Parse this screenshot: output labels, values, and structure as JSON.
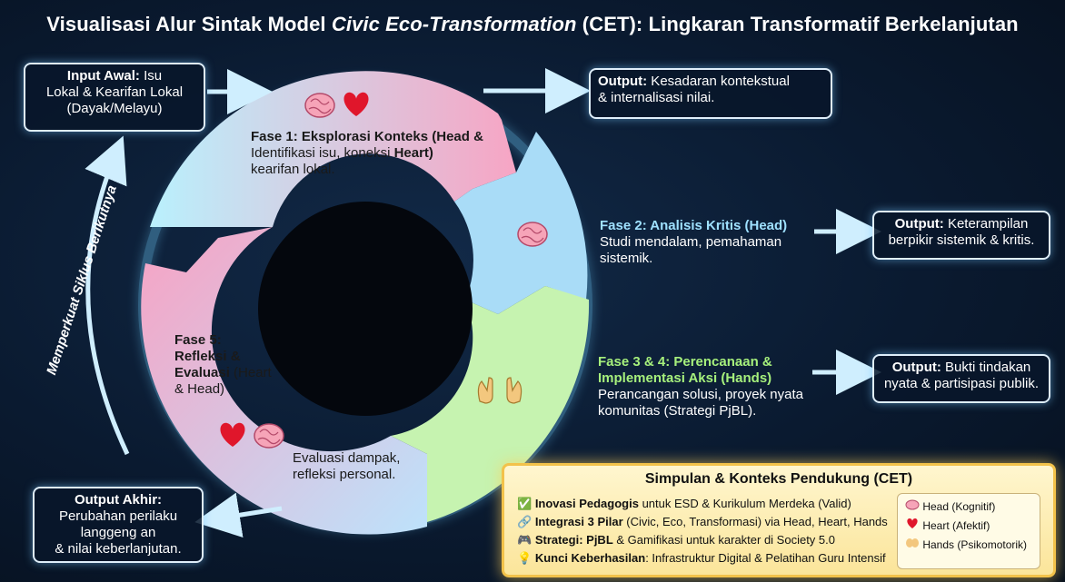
{
  "title_prefix": "Visualisasi Alur Sintak Model ",
  "title_italic": "Civic Eco-Transformation",
  "title_suffix": " (CET): Lingkaran Transformatif Berkelanjutan",
  "input_awal": {
    "label": "Input Awal:",
    "text1": " Isu",
    "text2": "Lokal & Kearifan Lokal",
    "text3": "(Dayak/Melayu)"
  },
  "cycle_label": "Memperkuat Siklus Berikutnya",
  "fase1": {
    "title": "Fase 1: Eksplorasi Konteks (Head &",
    "line2a": "Identifikasi isu, koneksi ",
    "line2b": "Heart)",
    "line3": "kearifan lokal."
  },
  "fase2": {
    "title": "Fase 2: Analisis Kritis (Head)",
    "line2": "Studi mendalam, pemahaman",
    "line3": "sistemik."
  },
  "fase34": {
    "title1": "Fase 3 & 4: Perencanaan &",
    "title2": "Implementasi Aksi (Hands)",
    "line3": "Perancangan solusi, proyek nyata",
    "line4": "komunitas (Strategi PjBL)."
  },
  "fase5": {
    "title1": "Fase 5:",
    "title2": "Refleksi &",
    "title3a": "Evaluasi",
    "title3b": " (Heart",
    "title4": "& Head)",
    "eval1": "Evaluasi dampak,",
    "eval2": "refleksi personal."
  },
  "output1": {
    "label": "Output:",
    "text1": " Kesadaran kontekstual",
    "text2": "& internalisasi nilai."
  },
  "output2": {
    "label": "Output:",
    "text1": " Keterampilan",
    "text2": "berpikir sistemik & kritis."
  },
  "output3": {
    "label": "Output:",
    "text1": " Bukti tindakan",
    "text2": "nyata & partisipasi publik."
  },
  "output_akhir": {
    "label": "Output Akhir:",
    "text1": "Perubahan perilaku",
    "text2": "langgeng an",
    "text3": "& nilai keberlanjutan."
  },
  "summary": {
    "title": "Simpulan & Konteks Pendukung (CET)",
    "l1_icon": "✅",
    "l1_b": "Inovasi Pedagogis",
    "l1_t": " untuk ESD & Kurikulum Merdeka (Valid)",
    "l2_icon": "🔗",
    "l2_b": "Integrasi 3 Pilar",
    "l2_t": " (Civic, Eco, Transformasi) via Head, Heart, Hands",
    "l3_icon": "🎮",
    "l3_b": "Strategi: PjBL",
    "l3_t": " & Gamifikasi untuk karakter di Society 5.0",
    "l4_icon": "💡",
    "l4_b": "Kunci Keberhasilan",
    "l4_t": ": Infrastruktur Digital & Pelatihan Guru Intensif"
  },
  "legend": {
    "head": "Head (Kognitif)",
    "heart": "Heart (Afektif)",
    "hands": "Hands (Psikomotorik)"
  },
  "icons": {
    "brain": "brain-icon",
    "heart": "heart-icon",
    "hands": "hands-icon"
  },
  "colors": {
    "phase1": "#f4a6c8",
    "phase1b": "#bff0fb",
    "phase2": "#a9dcf7",
    "phase34": "#c6f3b0",
    "phase5": "#f2a9c8",
    "glow": "#7fd3ff",
    "summary_border": "#f2c24a"
  }
}
